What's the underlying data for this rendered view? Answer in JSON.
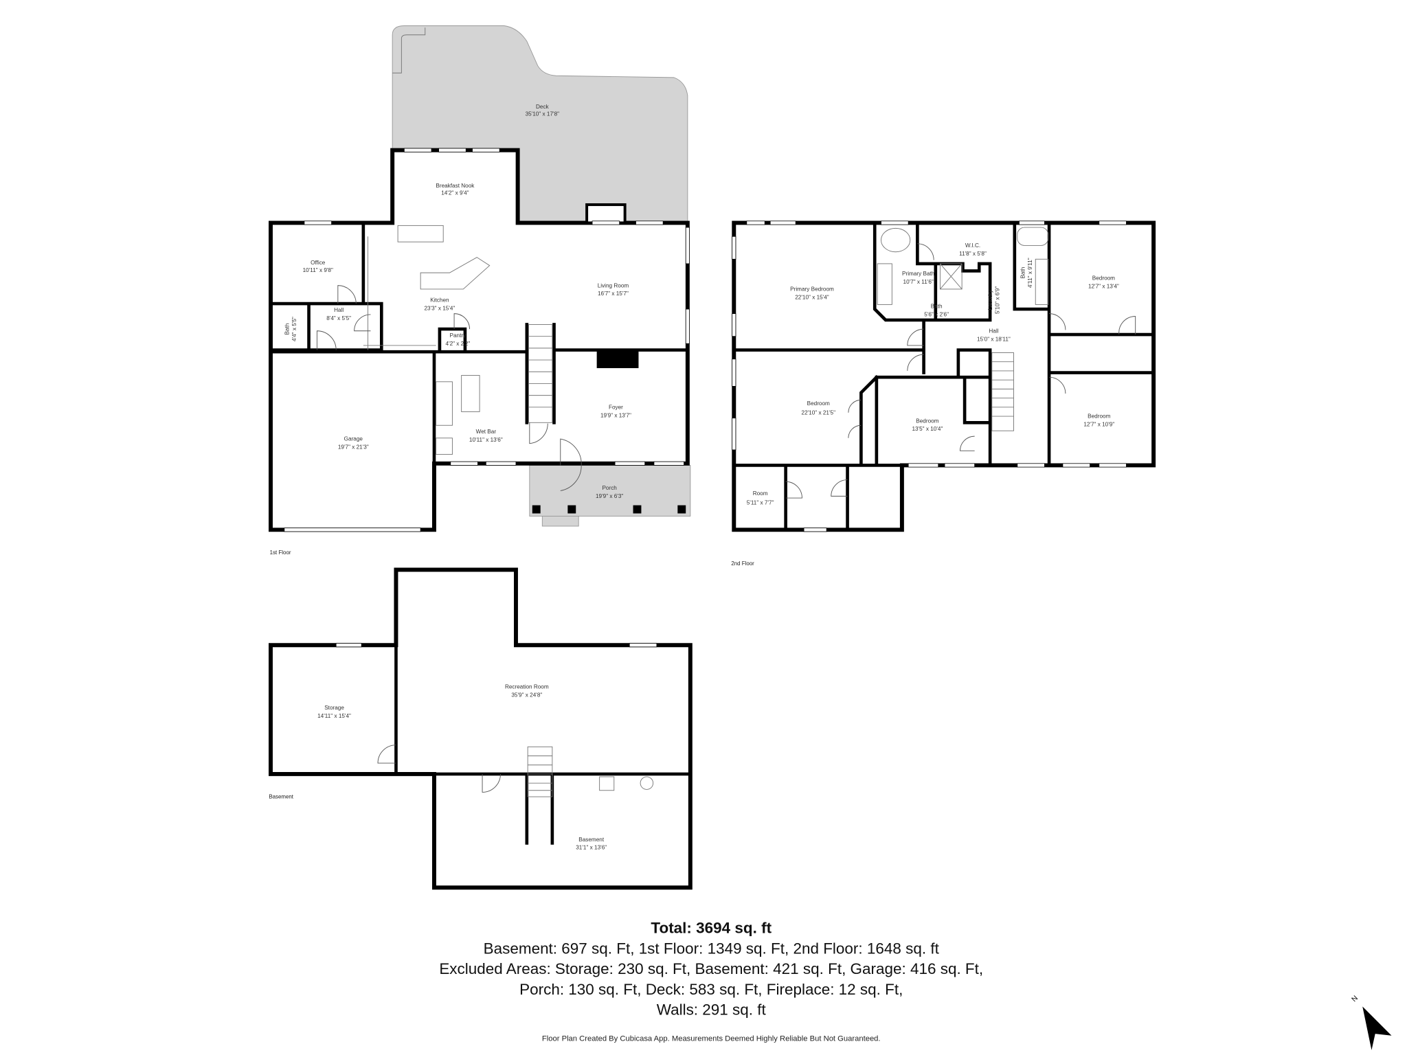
{
  "first_floor": {
    "label": "1st Floor",
    "rooms": [
      {
        "name": "Deck",
        "dims": "35'10\" x 17'8\""
      },
      {
        "name": "Breakfast Nook",
        "dims": "14'2\" x 9'4\""
      },
      {
        "name": "Office",
        "dims": "10'11\" x 9'8\""
      },
      {
        "name": "Kitchen",
        "dims": "23'3\" x 15'4\""
      },
      {
        "name": "Living Room",
        "dims": "16'7\" x 15'7\""
      },
      {
        "name": "Hall",
        "dims": "8'4\" x 5'5\""
      },
      {
        "name": "Bath",
        "dims": "4'4\" x 5'5\""
      },
      {
        "name": "Pantry",
        "dims": "4'2\" x 2'2\""
      },
      {
        "name": "Garage",
        "dims": "19'7\" x 21'3\""
      },
      {
        "name": "Wet Bar",
        "dims": "10'11\" x 13'6\""
      },
      {
        "name": "Foyer",
        "dims": "19'9\" x 13'7\""
      },
      {
        "name": "Porch",
        "dims": "19'9\" x 6'3\""
      }
    ]
  },
  "second_floor": {
    "label": "2nd Floor",
    "rooms": [
      {
        "name": "Primary Bedroom",
        "dims": "22'10\" x 15'4\""
      },
      {
        "name": "W.I.C.",
        "dims": "11'8\" x 5'8\""
      },
      {
        "name": "Primary Bath",
        "dims": "10'7\" x 11'6\""
      },
      {
        "name": "Bath",
        "dims": "5'6\" x 2'6\""
      },
      {
        "name": "Laundry",
        "dims": "5'10\" x 6'9\""
      },
      {
        "name": "Bath",
        "dims": "4'11\" x 9'11\""
      },
      {
        "name": "Bedroom",
        "dims": "12'7\" x 13'4\""
      },
      {
        "name": "Hall",
        "dims": "15'0\" x 18'11\""
      },
      {
        "name": "Bedroom",
        "dims": "22'10\" x 21'5\""
      },
      {
        "name": "Bedroom",
        "dims": "13'5\" x 10'4\""
      },
      {
        "name": "Bedroom",
        "dims": "12'7\" x 10'9\""
      },
      {
        "name": "Room",
        "dims": "5'11\" x 7'7\""
      }
    ]
  },
  "basement": {
    "label": "Basement",
    "rooms": [
      {
        "name": "Recreation Room",
        "dims": "35'9\" x 24'8\""
      },
      {
        "name": "Storage",
        "dims": "14'11\" x 15'4\""
      },
      {
        "name": "Basement",
        "dims": "31'1\" x 13'6\""
      }
    ]
  },
  "summary": {
    "total": "Total: 3694 sq. ft",
    "lines": [
      "Basement: 697 sq. Ft, 1st Floor: 1349 sq. Ft, 2nd Floor: 1648 sq. ft",
      "Excluded Areas: Storage: 230 sq. Ft, Basement: 421 sq. Ft, Garage: 416 sq. Ft,",
      "Porch: 130 sq. Ft, Deck: 583 sq. Ft, Fireplace: 12 sq. Ft,",
      "Walls: 291 sq. ft"
    ],
    "footer": "Floor Plan Created By Cubicasa App. Measurements Deemed Highly Reliable But Not Guaranteed."
  },
  "compass": {
    "label": "N",
    "icon": "north-arrow-icon"
  },
  "colors": {
    "outdoor_fill": "#d4d4d4",
    "wall": "#000000"
  }
}
